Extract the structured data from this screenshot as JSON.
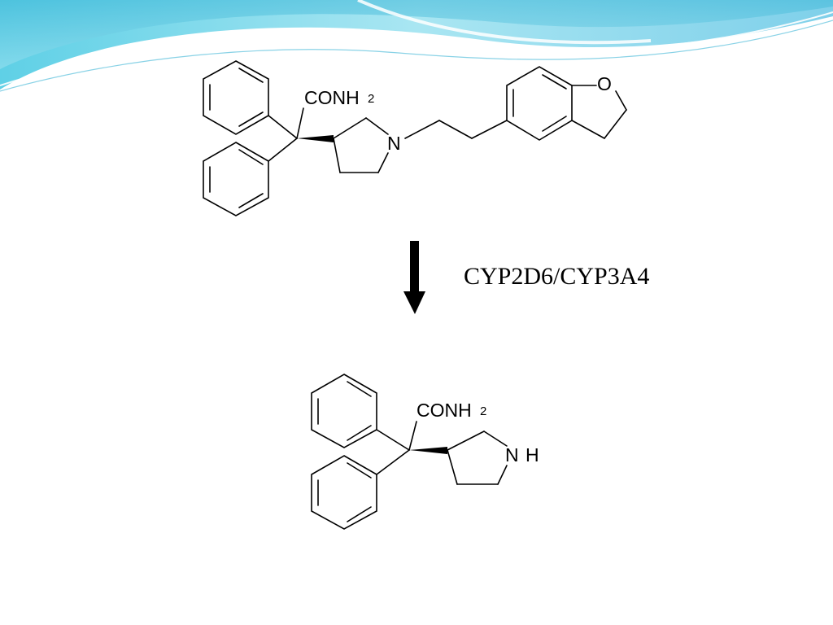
{
  "reaction": {
    "enzyme_label": "CYP2D6/CYP3A4"
  },
  "substrate": {
    "amide_group": "CONH",
    "amide_subscript": "2",
    "ring_nitrogen": "N",
    "furan_oxygen": "O"
  },
  "product": {
    "amide_group": "CONH",
    "amide_subscript": "2",
    "ring_nitrogen": "N",
    "ring_nitrogen_hydrogen": "H"
  },
  "colors": {
    "wave_light": "#bfeef6",
    "wave_mid": "#7fd8ea",
    "wave_dark": "#3fb8d8",
    "ink": "#000000"
  }
}
